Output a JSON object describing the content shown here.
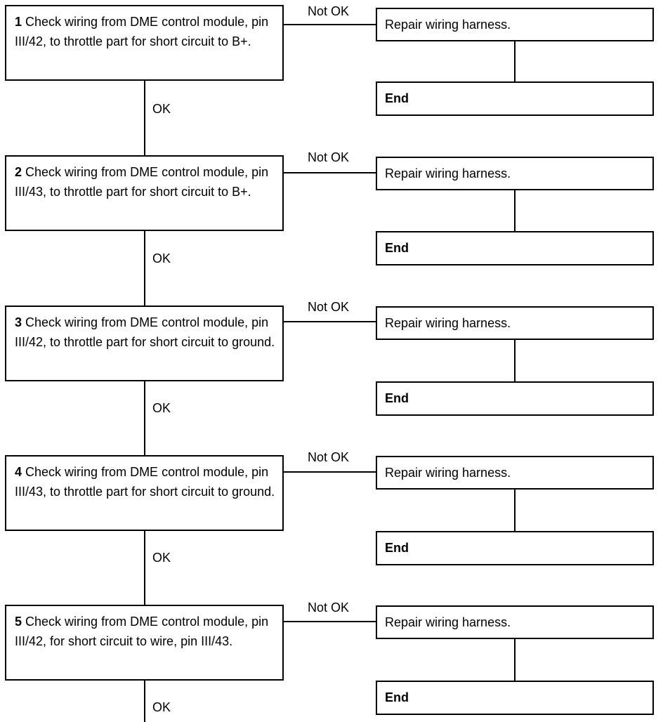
{
  "steps": [
    {
      "number": "1",
      "text": "Check wiring from DME control module, pin III/42, to throttle part for short circuit to B+."
    },
    {
      "number": "2",
      "text": "Check wiring from DME control module, pin III/43, to throttle part for short circuit to B+."
    },
    {
      "number": "3",
      "text": "Check wiring from DME control module, pin III/42, to throttle part for short circuit to ground."
    },
    {
      "number": "4",
      "text": "Check wiring from DME control module, pin III/43, to throttle part for short circuit to ground."
    },
    {
      "number": "5",
      "text": "Check wiring from DME control module, pin III/42, for short circuit to wire, pin III/43."
    }
  ],
  "actions": [
    {
      "text": "Repair wiring harness.",
      "end": "End"
    },
    {
      "text": "Repair wiring harness.",
      "end": "End"
    },
    {
      "text": "Repair wiring harness.",
      "end": "End"
    },
    {
      "text": "Repair wiring harness.",
      "end": "End"
    },
    {
      "text": "Repair wiring harness.",
      "end": "End"
    }
  ],
  "labels": {
    "not_ok": [
      "Not OK",
      "Not OK",
      "Not OK",
      "Not OK",
      "Not OK"
    ],
    "ok": [
      "OK",
      "OK",
      "OK",
      "OK",
      "OK"
    ]
  }
}
